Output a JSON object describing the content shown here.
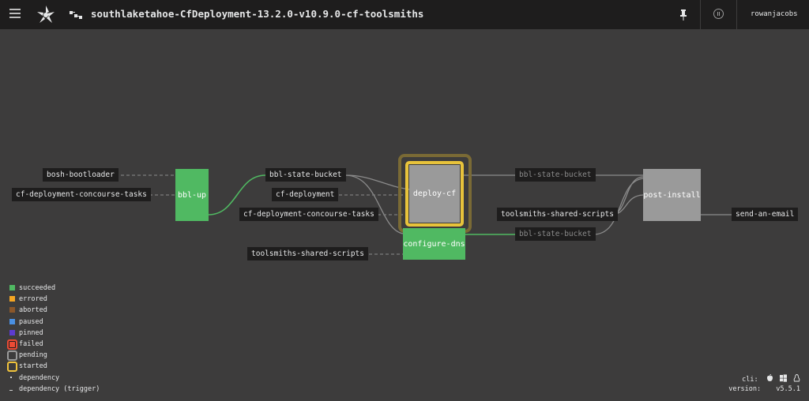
{
  "topbar": {
    "pipeline_title": "southlaketahoe-CfDeployment-13.2.0-v10.9.0-cf-toolsmiths",
    "user": "rowanjacobs"
  },
  "colors": {
    "background": "#3d3c3c",
    "topbar": "#1e1d1d",
    "succeeded": "#50b962",
    "errored": "#f5a623",
    "aborted": "#8b572a",
    "paused": "#4a90e2",
    "pinned": "#5c3bd1",
    "failed": "#ed4b35",
    "pending": "#9b9b9b",
    "started": "#f0c33c"
  },
  "graph": {
    "inputs_left": [
      "bosh-bootloader",
      "cf-deployment-concourse-tasks"
    ],
    "job_bbl_up": "bbl-up",
    "inputs_middle": [
      "bbl-state-bucket",
      "cf-deployment",
      "cf-deployment-concourse-tasks",
      "toolsmiths-shared-scripts"
    ],
    "job_deploy_cf": "deploy-cf",
    "job_configure_dns": "configure-dns",
    "inputs_right": [
      "bbl-state-bucket",
      "toolsmiths-shared-scripts",
      "bbl-state-bucket"
    ],
    "job_post_install": "post-install",
    "output": "send-an-email"
  },
  "legend": [
    {
      "label": "succeeded",
      "color": "#50b962",
      "kind": "swatch"
    },
    {
      "label": "errored",
      "color": "#f5a623",
      "kind": "swatch"
    },
    {
      "label": "aborted",
      "color": "#8b572a",
      "kind": "swatch"
    },
    {
      "label": "paused",
      "color": "#4a90e2",
      "kind": "swatch"
    },
    {
      "label": "pinned",
      "color": "#5c3bd1",
      "kind": "swatch"
    },
    {
      "label": "failed",
      "color": "#ed4b35",
      "kind": "ring"
    },
    {
      "label": "pending",
      "color": "#9b9b9b",
      "kind": "ring"
    },
    {
      "label": "started",
      "color": "#f0c33c",
      "kind": "ring"
    },
    {
      "label": "dependency",
      "kind": "dep"
    },
    {
      "label": "dependency (trigger)",
      "kind": "dep-trigger"
    }
  ],
  "info": {
    "cli_label": "cli:",
    "version_label": "version:",
    "version_value": "v5.5.1"
  }
}
